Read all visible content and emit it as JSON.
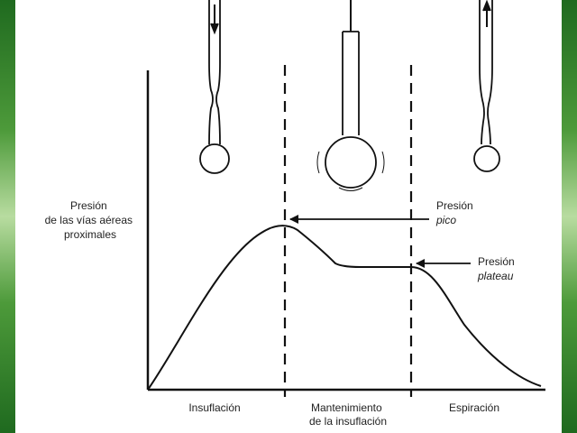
{
  "labels": {
    "y_axis": [
      "Presión",
      "de las vías aéreas",
      "proximales"
    ],
    "peak": [
      "Presión",
      "pico"
    ],
    "plateau": [
      "Presión",
      "plateau"
    ],
    "phases": {
      "insufflation": "Insuflación",
      "hold_line1": "Mantenimiento",
      "hold_line2": "de la insuflación",
      "expiration": "Espiración"
    }
  },
  "colors": {
    "frame": "#2e7d32",
    "ink": "#111111"
  }
}
